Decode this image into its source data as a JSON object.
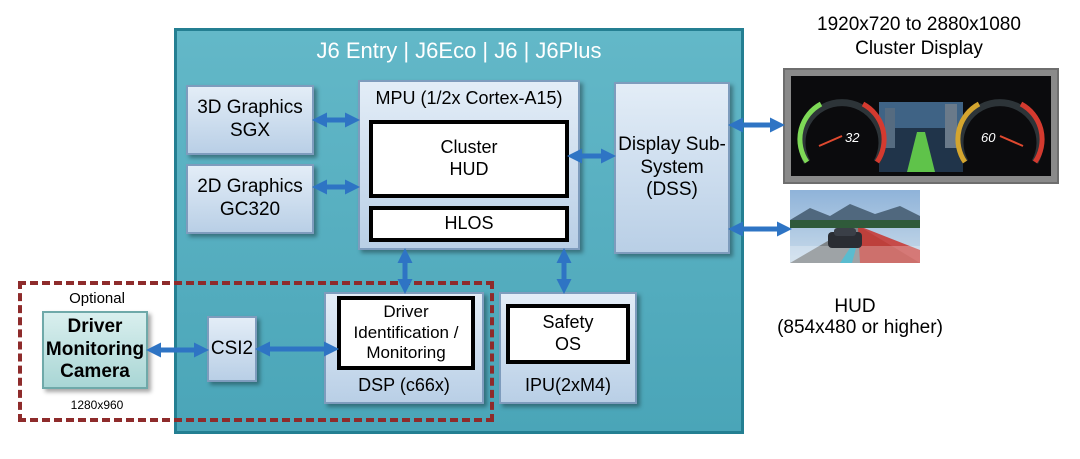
{
  "soc": {
    "title": "J6 Entry | J6Eco | J6 | J6Plus"
  },
  "blocks": {
    "graphics_3d": "3D Graphics SGX",
    "graphics_2d": "2D Graphics GC320",
    "mpu": "MPU (1/2x Cortex-A15)",
    "cluster_hud": "Cluster HUD",
    "hlos": "HLOS",
    "dss": "Display Sub-System (DSS)",
    "csi2": "CSI2",
    "driver_ident": "Driver Identification / Monitoring",
    "dsp": "DSP (c66x)",
    "safety_os": "Safety OS",
    "ipu": "IPU(2xM4)"
  },
  "camera": {
    "optional_label": "Optional",
    "name": "Driver Monitoring Camera",
    "resolution": "1280x960"
  },
  "cluster_display": {
    "title_line1": "1920x720 to 2880x1080",
    "title_line2": "Cluster Display",
    "speed_left": "32",
    "speed_right": "60"
  },
  "hud": {
    "title": "HUD",
    "resolution": "(854x480 or higher)"
  },
  "colors": {
    "soc_fill": "#4aa5b8",
    "block_fill": "#c9dbee",
    "arrow": "#2e74c4",
    "dashed_border": "#8e2b2b"
  }
}
